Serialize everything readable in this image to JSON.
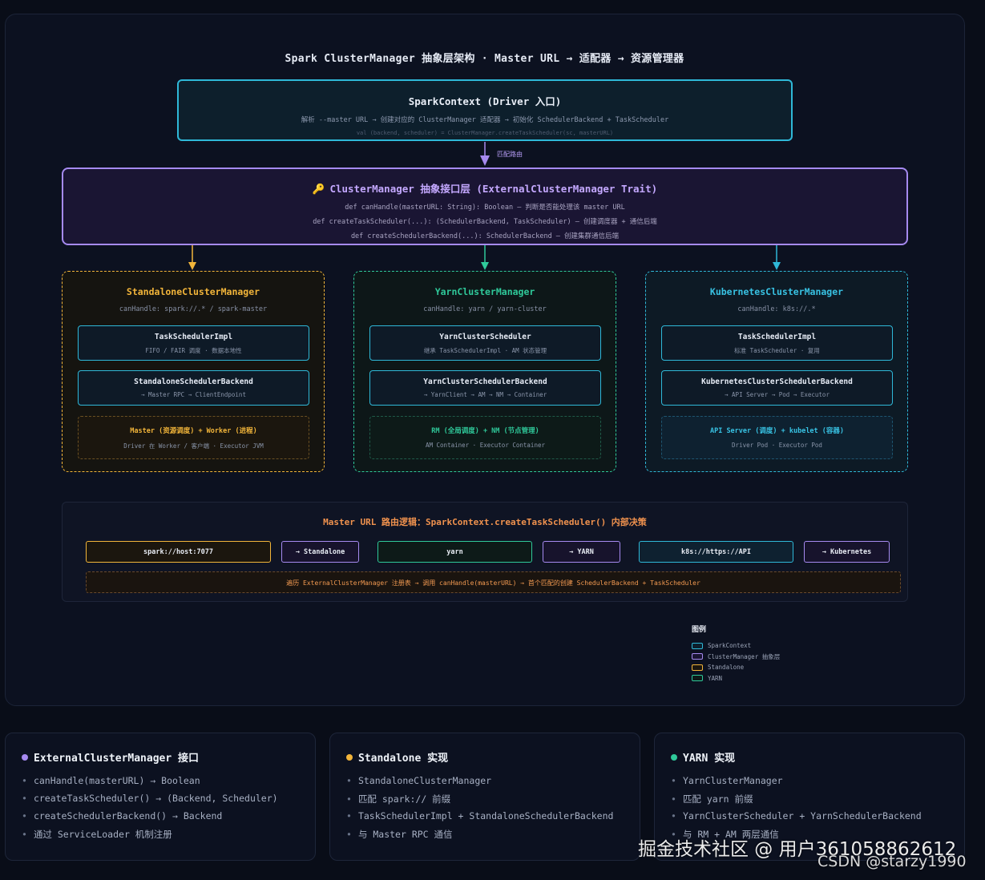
{
  "diagram": {
    "title": "Spark ClusterManager 抽象层架构 · Master URL → 适配器 → 资源管理器",
    "spark_context": {
      "title": "SparkContext (Driver 入口)",
      "desc": "解析 --master URL → 创建对应的 ClusterManager 适配器 → 初始化 SchedulerBackend + TaskScheduler",
      "code": "val (backend, scheduler) = ClusterManager.createTaskScheduler(sc, masterURL)"
    },
    "arrow_label": "匹配路由",
    "cluster_manager": {
      "title": "ClusterManager 抽象接口层 (ExternalClusterManager Trait)",
      "lines": [
        "def canHandle(masterURL: String): Boolean — 判断是否能处理该 master URL",
        "def createTaskScheduler(...): (SchedulerBackend, TaskScheduler) — 创建调度器 + 通信后端",
        "def createSchedulerBackend(...): SchedulerBackend — 创建集群通信后端"
      ]
    },
    "impls": [
      {
        "title": "StandaloneClusterManager",
        "can_handle": "canHandle: spark://.* / spark-master",
        "box1_title": "TaskSchedulerImpl",
        "box1_desc": "FIFO / FAIR 调度 · 数据本地性",
        "box2_title": "StandaloneSchedulerBackend",
        "box2_desc": "→ Master RPC → ClientEndpoint",
        "infra_title": "Master (资源调度) + Worker (进程)",
        "infra_desc": "Driver 在 Worker / 客户端 · Executor JVM"
      },
      {
        "title": "YarnClusterManager",
        "can_handle": "canHandle: yarn / yarn-cluster",
        "box1_title": "YarnClusterScheduler",
        "box1_desc": "继承 TaskSchedulerImpl · AM 状态管理",
        "box2_title": "YarnClusterSchedulerBackend",
        "box2_desc": "→ YarnClient → AM → NM → Container",
        "infra_title": "RM (全局调度) + NM (节点管理)",
        "infra_desc": "AM Container · Executor Container"
      },
      {
        "title": "KubernetesClusterManager",
        "can_handle": "canHandle: k8s://.*",
        "box1_title": "TaskSchedulerImpl",
        "box1_desc": "标准 TaskScheduler · 复用",
        "box2_title": "KubernetesClusterSchedulerBackend",
        "box2_desc": "→ API Server → Pod → Executor",
        "infra_title": "API Server (调度) + kubelet (容器)",
        "infra_desc": "Driver Pod · Executor Pod"
      }
    ],
    "routing": {
      "title": "Master URL 路由逻辑：SparkContext.createTaskScheduler() 内部决策",
      "pills": [
        "spark://host:7077",
        "→ Standalone",
        "yarn",
        "→ YARN",
        "k8s://https://API",
        "→ Kubernetes"
      ],
      "footer": "遍历 ExternalClusterManager 注册表 → 调用 canHandle(masterURL) → 首个匹配的创建 SchedulerBackend + TaskScheduler"
    },
    "legend": {
      "title": "图例",
      "items": [
        "SparkContext",
        "ClusterManager 抽象层",
        "Standalone",
        "YARN"
      ]
    }
  },
  "cards": [
    {
      "title": "ExternalClusterManager 接口",
      "items": [
        "canHandle(masterURL) → Boolean",
        "createTaskScheduler() → (Backend, Scheduler)",
        "createSchedulerBackend() → Backend",
        "通过 ServiceLoader 机制注册"
      ]
    },
    {
      "title": "Standalone 实现",
      "items": [
        "StandaloneClusterManager",
        "匹配 spark:// 前缀",
        "TaskSchedulerImpl + StandaloneSchedulerBackend",
        "与 Master RPC 通信"
      ]
    },
    {
      "title": "YARN 实现",
      "items": [
        "YarnClusterManager",
        "匹配 yarn 前缀",
        "YarnClusterScheduler + YarnSchedulerBackend",
        "与 RM + AM 两层通信"
      ]
    }
  ],
  "watermark": {
    "line1": "掘金技术社区 @ 用户361058862612",
    "line2": "CSDN @starzy1990"
  },
  "colors": {
    "spark_context": "#2fb8d8",
    "cluster_manager": "#a68af0",
    "standalone": "#f2b53a",
    "yarn": "#2fc99a",
    "kubernetes": "#2fb8d8"
  }
}
